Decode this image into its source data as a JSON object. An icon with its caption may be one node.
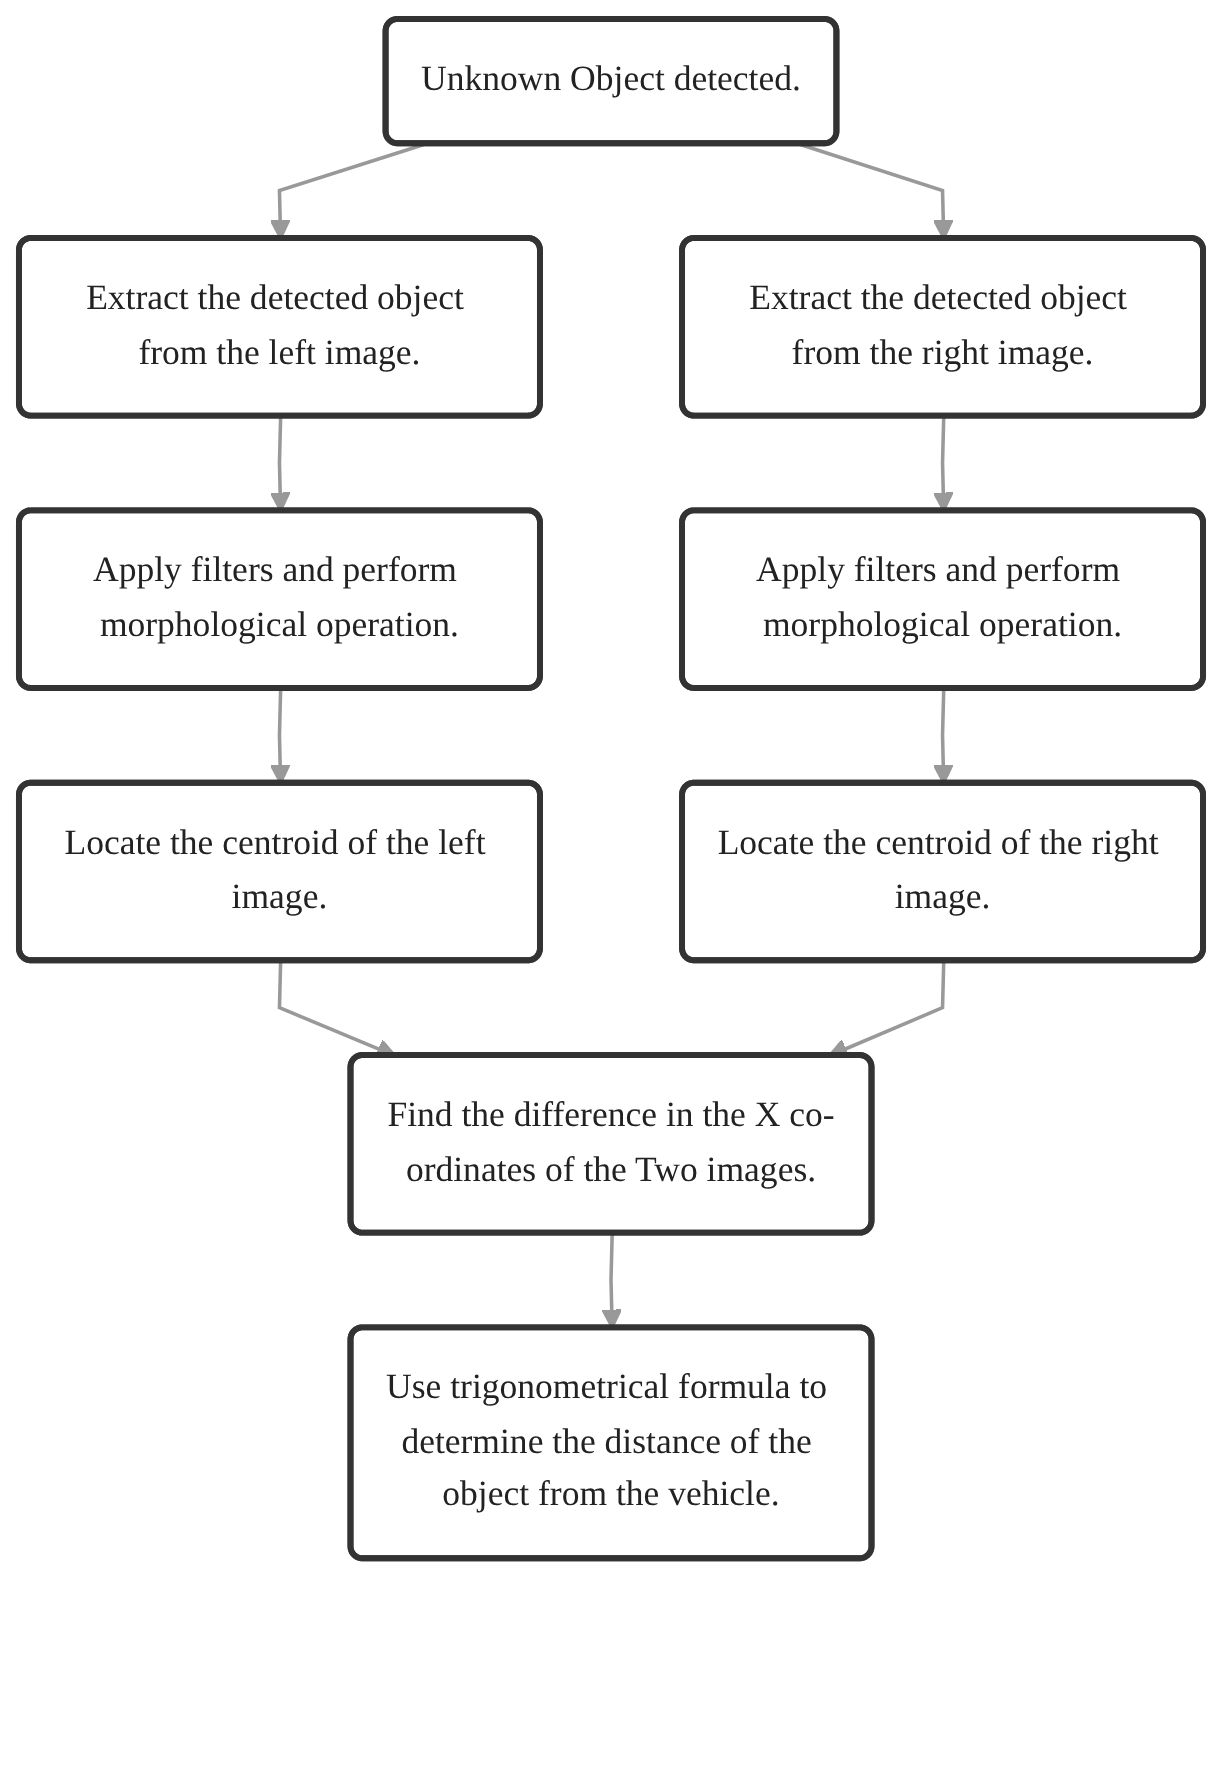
{
  "diagram": {
    "nodes": [
      {
        "text": [
          "Unknown Object detected."
        ]
      },
      {
        "text": [
          "Extract the detected object from the left image."
        ]
      },
      {
        "text": [
          "Extract the detected object from the right image."
        ]
      },
      {
        "text": [
          "Apply filters and perform morphological operation."
        ]
      },
      {
        "text": [
          "Apply filters and perform morphological operation."
        ]
      },
      {
        "text": [
          "Locate the centroid of the left image."
        ]
      },
      {
        "text": [
          "Locate the centroid of the right image."
        ]
      },
      {
        "text": [
          "Find the difference in the X co-ordinates of the Two images."
        ]
      },
      {
        "text": [
          "Use trigonometrical formula to determine the distance of the object from the vehicle."
        ]
      }
    ],
    "edges": [
      {
        "from": 0,
        "to": 1,
        "arrow": "to"
      },
      {
        "from": 0,
        "to": 2,
        "arrow": "to"
      },
      {
        "from": 1,
        "to": 3,
        "arrow": "to"
      },
      {
        "from": 2,
        "to": 4,
        "arrow": "to"
      },
      {
        "from": 3,
        "to": 5,
        "arrow": "to"
      },
      {
        "from": 4,
        "to": 6,
        "arrow": "to"
      },
      {
        "from": 5,
        "to": 7,
        "arrow": "to"
      },
      {
        "from": 6,
        "to": 7,
        "arrow": "to"
      },
      {
        "from": 7,
        "to": 8,
        "arrow": "to"
      }
    ]
  }
}
